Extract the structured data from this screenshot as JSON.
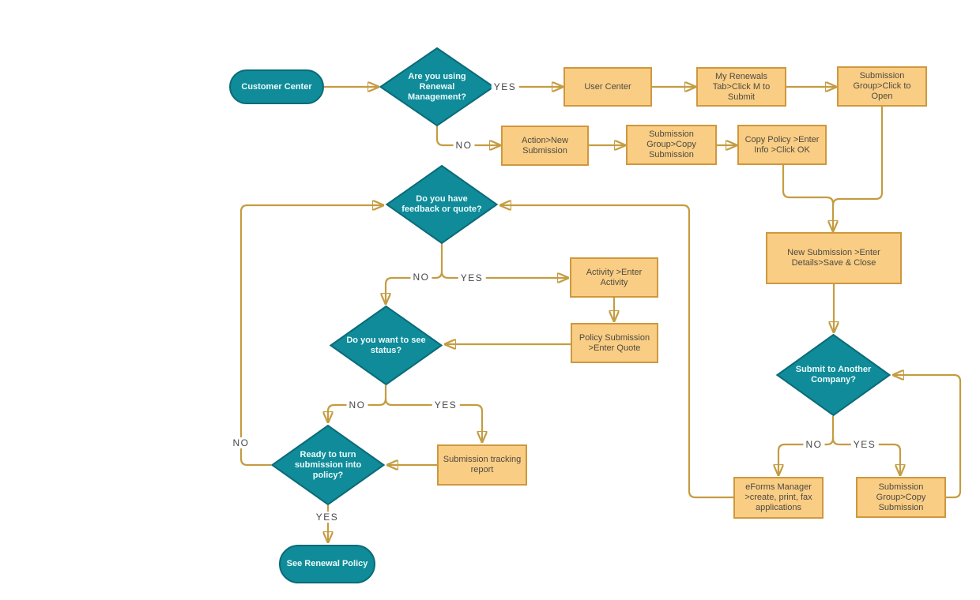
{
  "colors": {
    "teal_fill": "#0F8B99",
    "teal_border": "#0B6B78",
    "box_fill": "#FACD84",
    "box_border": "#CE983F",
    "box_text": "#4C4B43",
    "light_text": "#EDFBFB",
    "line": "#C49C41",
    "arrow": "#E0891C"
  },
  "nodes": {
    "customer_center": {
      "type": "start",
      "label": "Customer Center"
    },
    "renewal_question": {
      "type": "decision",
      "label": "Are you using Renewal Management?"
    },
    "user_center": {
      "type": "process",
      "label": "User Center"
    },
    "my_renewals": {
      "type": "process",
      "label": "My Renewals Tab>Click M to Submit"
    },
    "submission_group_open": {
      "type": "process",
      "label": "Submission Group>Click to Open"
    },
    "action_new_submission": {
      "type": "process",
      "label": "Action>New Submission"
    },
    "submission_group_copy": {
      "type": "process",
      "label": "Submission Group>Copy Submission"
    },
    "copy_policy": {
      "type": "process",
      "label": "Copy Policy >Enter Info >Click OK"
    },
    "feedback_question": {
      "type": "decision",
      "label": "Do you have feedback or quote?"
    },
    "activity_enter": {
      "type": "process",
      "label": "Activity >Enter Activity"
    },
    "policy_submission": {
      "type": "process",
      "label": "Policy Submission >Enter Quote"
    },
    "status_question": {
      "type": "decision",
      "label": "Do you want to see status?"
    },
    "new_submission_details": {
      "type": "process",
      "label": "New Submission >Enter Details>Save & Close"
    },
    "submit_another_question": {
      "type": "decision",
      "label": "Submit to Another Company?"
    },
    "submission_tracking": {
      "type": "process",
      "label": "Submission tracking report"
    },
    "ready_question": {
      "type": "decision",
      "label": "Ready to turn submission into policy?"
    },
    "eforms_manager": {
      "type": "process",
      "label": "eForms Manager >create, print, fax applications"
    },
    "submission_group_copy_2": {
      "type": "process",
      "label": "Submission Group>Copy Submission"
    },
    "see_renewal_policy": {
      "type": "terminator",
      "label": "See Renewal Policy"
    }
  },
  "edge_labels": {
    "renewal_yes": "YES",
    "renewal_no": "NO",
    "feedback_no": "NO",
    "feedback_yes": "YES",
    "status_no": "NO",
    "status_yes": "YES",
    "ready_no": "NO",
    "ready_yes": "YES",
    "submit_no": "NO",
    "submit_yes": "YES"
  }
}
